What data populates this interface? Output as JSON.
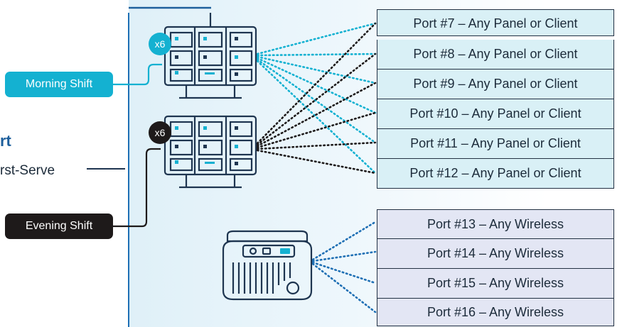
{
  "heading": "rt",
  "subtext": "rst-Serve",
  "shifts": {
    "morning": "Morning Shift",
    "evening": "Evening Shift"
  },
  "multipliers": {
    "morning": "x6",
    "evening": "x6"
  },
  "client_ports": [
    "Port #7 – Any Panel or Client",
    "Port #8 – Any Panel or Client",
    "Port #9 – Any Panel or Client",
    "Port #10 – Any Panel or Client",
    "Port #11 – Any Panel or Client",
    "Port #12 – Any Panel or Client"
  ],
  "wireless_ports": [
    "Port #13 – Any Wireless",
    "Port #14 – Any Wireless",
    "Port #15 – Any Wireless",
    "Port #16 – Any Wireless"
  ],
  "icons": {
    "panel": "server-rack-icon",
    "wireless": "wireless-receiver-icon"
  },
  "colors": {
    "accent_cyan": "#14b1d1",
    "dark": "#1e1a1a",
    "navy": "#1e3550",
    "heading_blue": "#1e5f9c",
    "client_row_bg": "#d9f0f6",
    "wireless_row_bg": "#e3e6f4"
  }
}
